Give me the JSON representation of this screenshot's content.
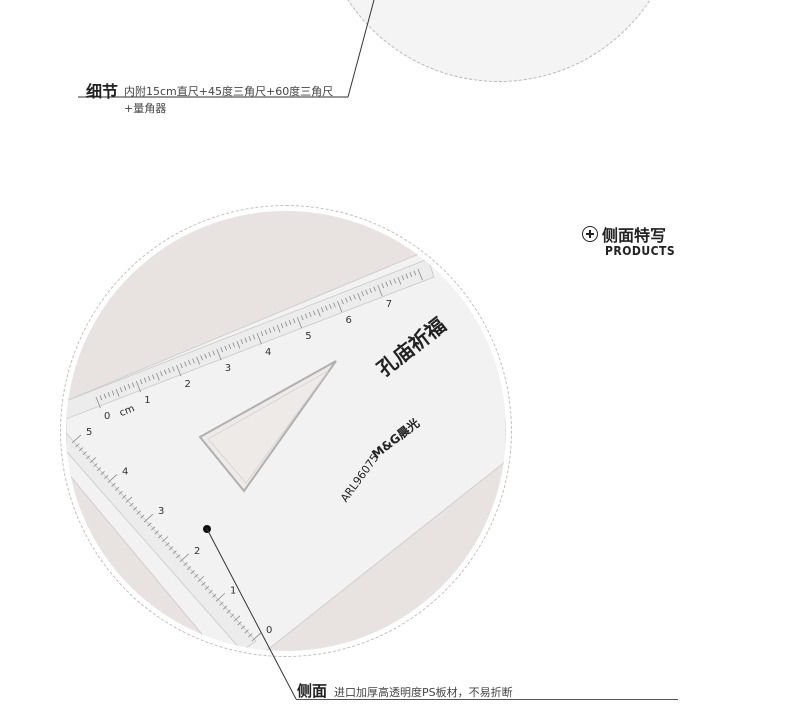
{
  "detail": {
    "title": "细节",
    "text": "内附15cm直尺+45度三角尺+60度三角尺+量角器"
  },
  "side_section": {
    "title": "侧面特写",
    "subtitle": "PRODUCTS",
    "icon": "plus-circle-icon"
  },
  "ruler": {
    "model": "ARL96075",
    "brand": "M&G晨光",
    "series": "孔庙祈福",
    "unit": "cm",
    "top_ticks": [
      "0",
      "1",
      "2",
      "3",
      "4",
      "5",
      "6",
      "7"
    ],
    "left_ticks": [
      "0",
      "1",
      "2",
      "3",
      "4",
      "5"
    ]
  },
  "bottom": {
    "title": "侧面",
    "text": "进口加厚高透明度PS板材，不易折断"
  }
}
